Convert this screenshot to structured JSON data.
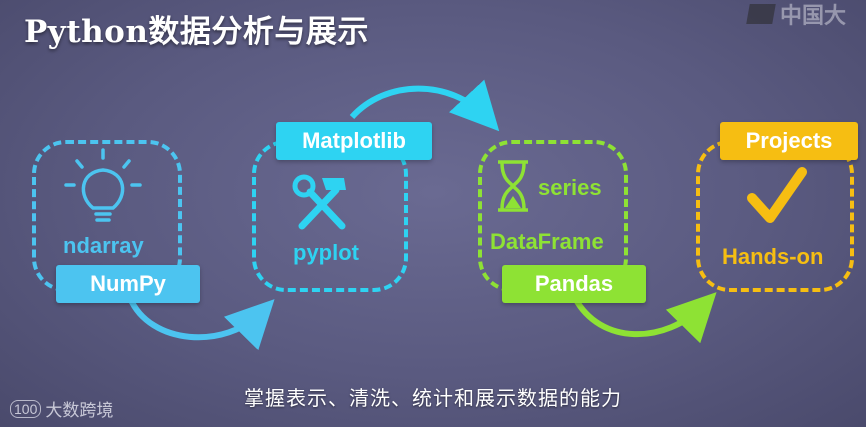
{
  "title": "Python数据分析与展示",
  "watermark": "中国大",
  "subtitle": "掌握表示、清洗、统计和展示数据的能力",
  "brand": {
    "logo": "100",
    "name": "大数跨境"
  },
  "modules": [
    {
      "name": "NumPy",
      "items": [
        "ndarray"
      ],
      "icon": "lightbulb-icon",
      "color": "#4cc4f0"
    },
    {
      "name": "Matplotlib",
      "items": [
        "pyplot"
      ],
      "icon": "tools-icon",
      "color": "#2ed3f2"
    },
    {
      "name": "Pandas",
      "items": [
        "series",
        "DataFrame"
      ],
      "icon": "hourglass-icon",
      "color": "#8ee234"
    },
    {
      "name": "Projects",
      "items": [
        "Hands-on"
      ],
      "icon": "checkmark-icon",
      "color": "#f6be12"
    }
  ]
}
